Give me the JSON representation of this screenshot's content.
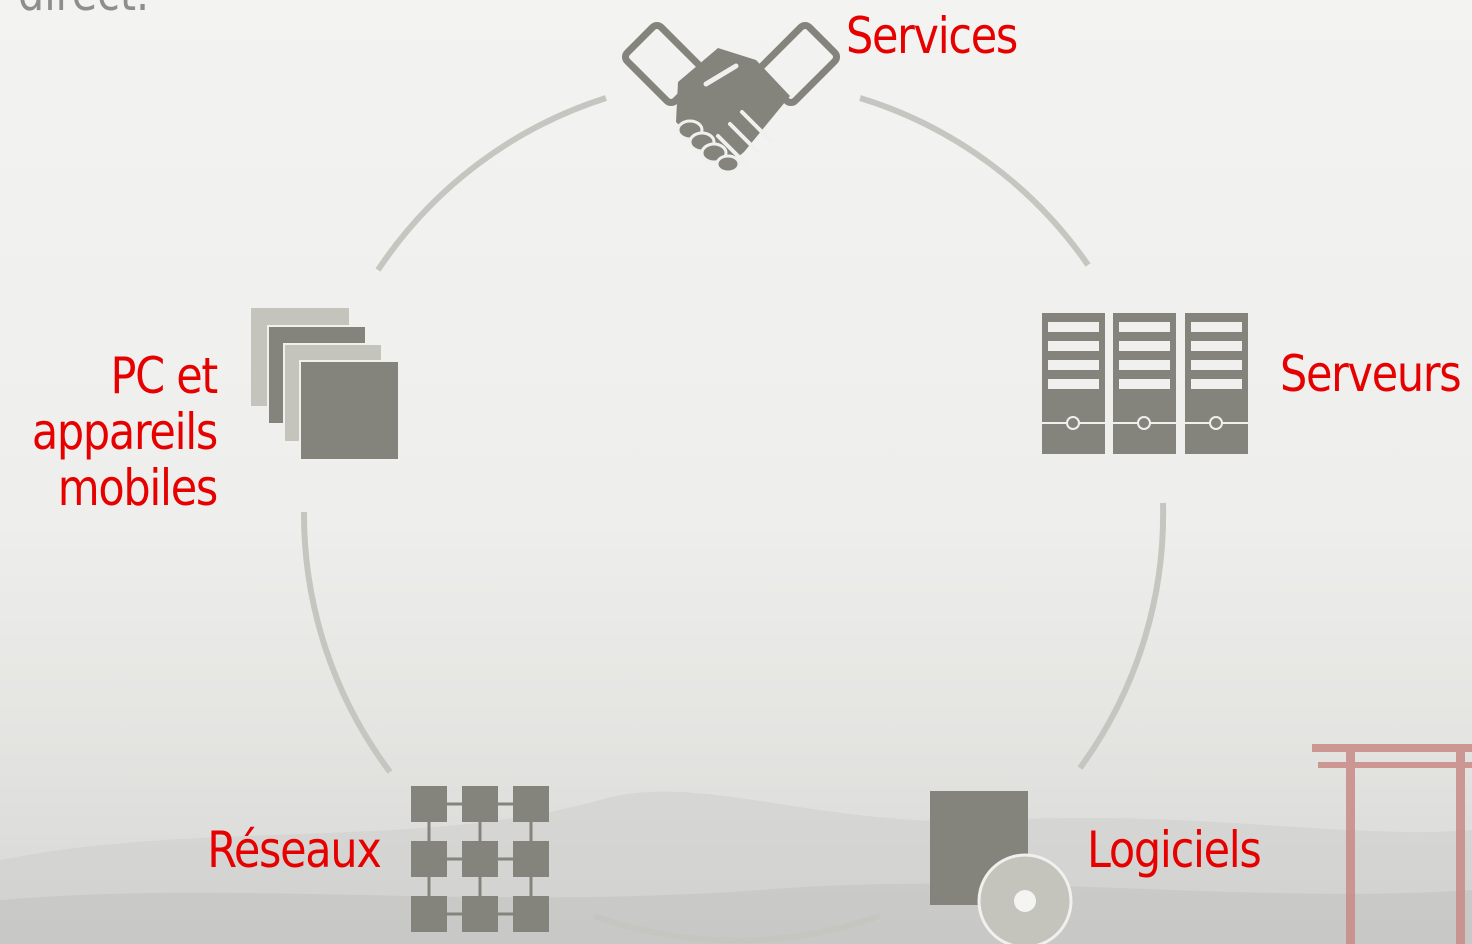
{
  "diagram": {
    "corner_text": "direct.",
    "nodes": [
      {
        "id": "services",
        "label": "Services",
        "icon": "handshake-icon"
      },
      {
        "id": "serveurs",
        "label": "Serveurs",
        "icon": "server-rack-icon"
      },
      {
        "id": "logiciels",
        "label": "Logiciels",
        "icon": "software-disc-icon"
      },
      {
        "id": "reseaux",
        "label": "Réseaux",
        "icon": "network-grid-icon"
      },
      {
        "id": "pc",
        "label_lines": [
          "PC et",
          "appareils",
          "mobiles"
        ],
        "icon": "stacked-devices-icon"
      }
    ],
    "colors": {
      "label": "#e60000",
      "icon": "#84847c",
      "icon_light": "#c4c4bc",
      "ring": "#c6c6c0"
    }
  }
}
